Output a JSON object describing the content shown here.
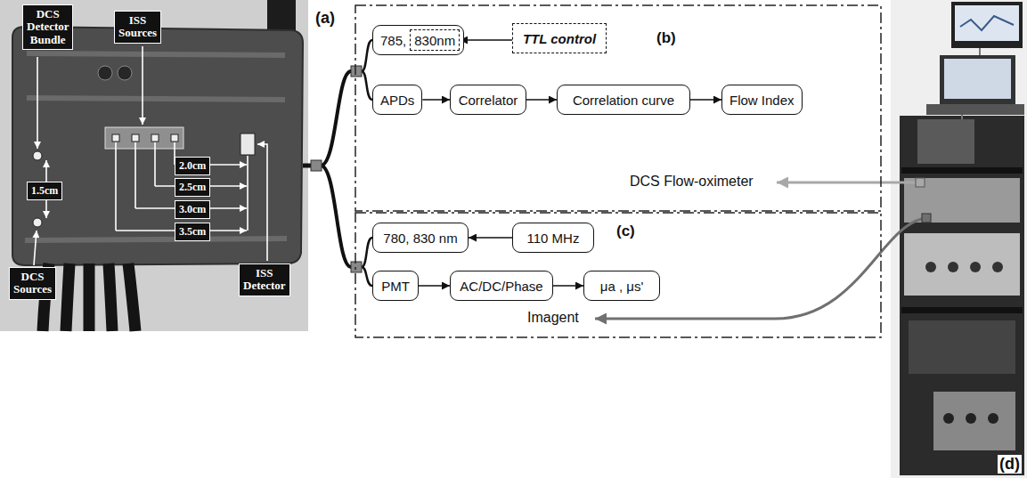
{
  "diagram": {
    "nodes": [
      {
        "text": [
          "DCS Detector Bundle"
        ]
      },
      {
        "text": [
          "ISS Sources"
        ]
      },
      {
        "text": [
          "DCS Sources"
        ]
      },
      {
        "text": [
          "ISS Detector"
        ]
      },
      {
        "text": [
          "(b)",
          "DCS Flow-oximeter"
        ]
      },
      {
        "text": [
          "785,"
        ],
        "in": 4
      },
      {
        "text": [
          "830nm"
        ],
        "in": 5
      },
      {
        "text": [
          "TTL control"
        ],
        "in": 4
      },
      {
        "text": [
          "APDs"
        ],
        "in": 4
      },
      {
        "text": [
          "Correlator"
        ],
        "in": 4
      },
      {
        "text": [
          "Correlation curve"
        ],
        "in": 4
      },
      {
        "text": [
          "Flow Index"
        ],
        "in": 4
      },
      {
        "text": [
          "(c)",
          "Imagent"
        ]
      },
      {
        "text": [
          "780, 830 nm"
        ],
        "in": 12
      },
      {
        "text": [
          "110 MHz"
        ],
        "in": 12
      },
      {
        "text": [
          "PMT"
        ],
        "in": 12
      },
      {
        "text": [
          "AC/DC/Phase"
        ],
        "in": 12
      },
      {
        "text": [
          "μa , μs'"
        ],
        "in": 12
      }
    ],
    "edges": [
      {
        "from": 7,
        "to": 6,
        "arrow": "to"
      },
      {
        "from": 8,
        "to": 9,
        "arrow": "to"
      },
      {
        "from": 9,
        "to": 10,
        "arrow": "to"
      },
      {
        "from": 10,
        "to": 11,
        "arrow": "to"
      },
      {
        "from": 14,
        "to": 13,
        "arrow": "to"
      },
      {
        "from": 15,
        "to": 16,
        "arrow": "to"
      },
      {
        "from": 16,
        "to": 17,
        "arrow": "to"
      }
    ],
    "labels": [
      "(a)",
      "1.5cm",
      "2.0cm",
      "2.5cm",
      "3.0cm",
      "3.5cm",
      "(d)"
    ]
  }
}
